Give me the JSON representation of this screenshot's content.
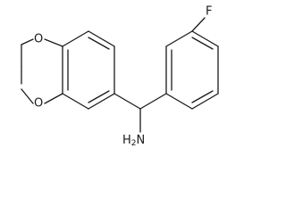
{
  "structure": {
    "atoms": {
      "oxygen_top": "O",
      "oxygen_bottom": "O",
      "fluorine": "F",
      "amine_N": "N",
      "amine_H": "H",
      "amine_sub": "2"
    }
  },
  "colors": {
    "bond": "#1a1a1a",
    "background": "#ffffff"
  }
}
